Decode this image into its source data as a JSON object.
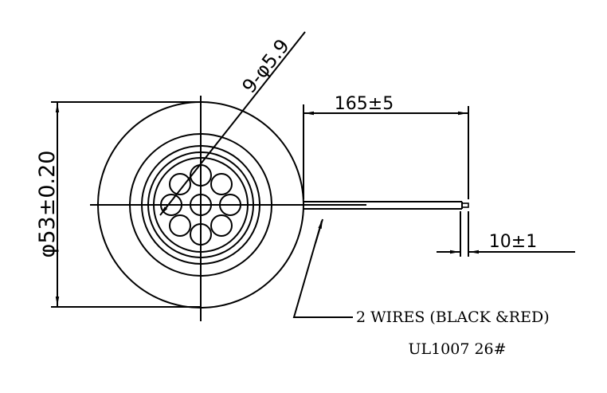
{
  "drawing": {
    "hole_callout": "9-φ5.9",
    "diameter_dim": "φ53±0.20",
    "wire_length_dim": "165±5",
    "strip_length_dim": "10±1",
    "wire_note_line1": "2 WIRES (BLACK &RED)",
    "wire_note_line2": "UL1007 26#"
  },
  "colors": {
    "line": "#000000",
    "background": "#ffffff"
  }
}
